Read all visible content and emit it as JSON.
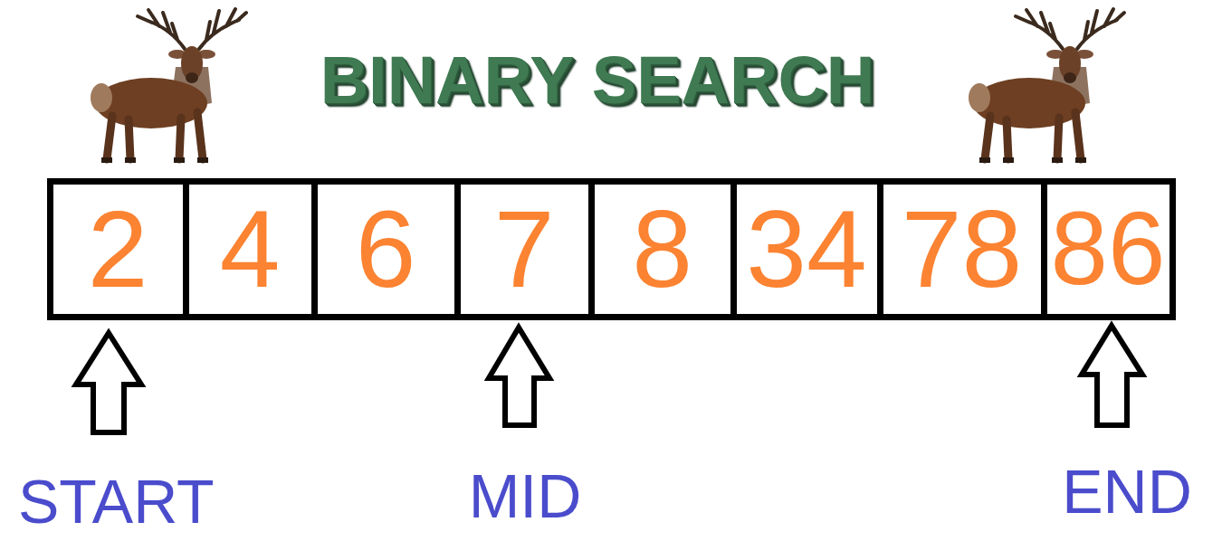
{
  "diagram": {
    "title": "BINARY SEARCH",
    "nodes": [
      {
        "text": [
          "2"
        ]
      },
      {
        "text": [
          "4"
        ]
      },
      {
        "text": [
          "6"
        ]
      },
      {
        "text": [
          "7"
        ]
      },
      {
        "text": [
          "8"
        ]
      },
      {
        "text": [
          "34"
        ]
      },
      {
        "text": [
          "78"
        ]
      },
      {
        "text": [
          "86"
        ]
      }
    ],
    "labels": [
      "START",
      "MID",
      "END"
    ]
  }
}
